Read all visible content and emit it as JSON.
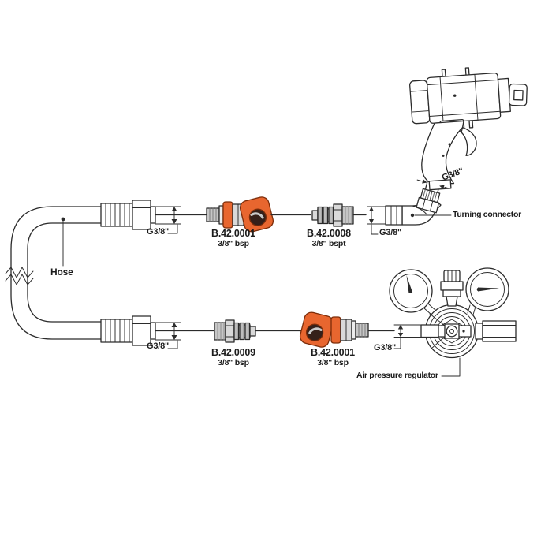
{
  "labels": {
    "hose": "Hose",
    "turning_connector": "Turning connector",
    "air_pressure_regulator": "Air pressure regulator",
    "thread_size": "G3/8\""
  },
  "parts": {
    "top_coupling": {
      "code": "B.42.0001",
      "thread": "3/8\" bsp"
    },
    "top_plug": {
      "code": "B.42.0008",
      "thread": "3/8\" bspt"
    },
    "bottom_plug": {
      "code": "B.42.0009",
      "thread": "3/8\" bsp"
    },
    "bottom_coupling": {
      "code": "B.42.0001",
      "thread": "3/8\" bsp"
    }
  },
  "colors": {
    "coupling_orange": "#e8662f",
    "line_dark": "#2b2b2b"
  }
}
